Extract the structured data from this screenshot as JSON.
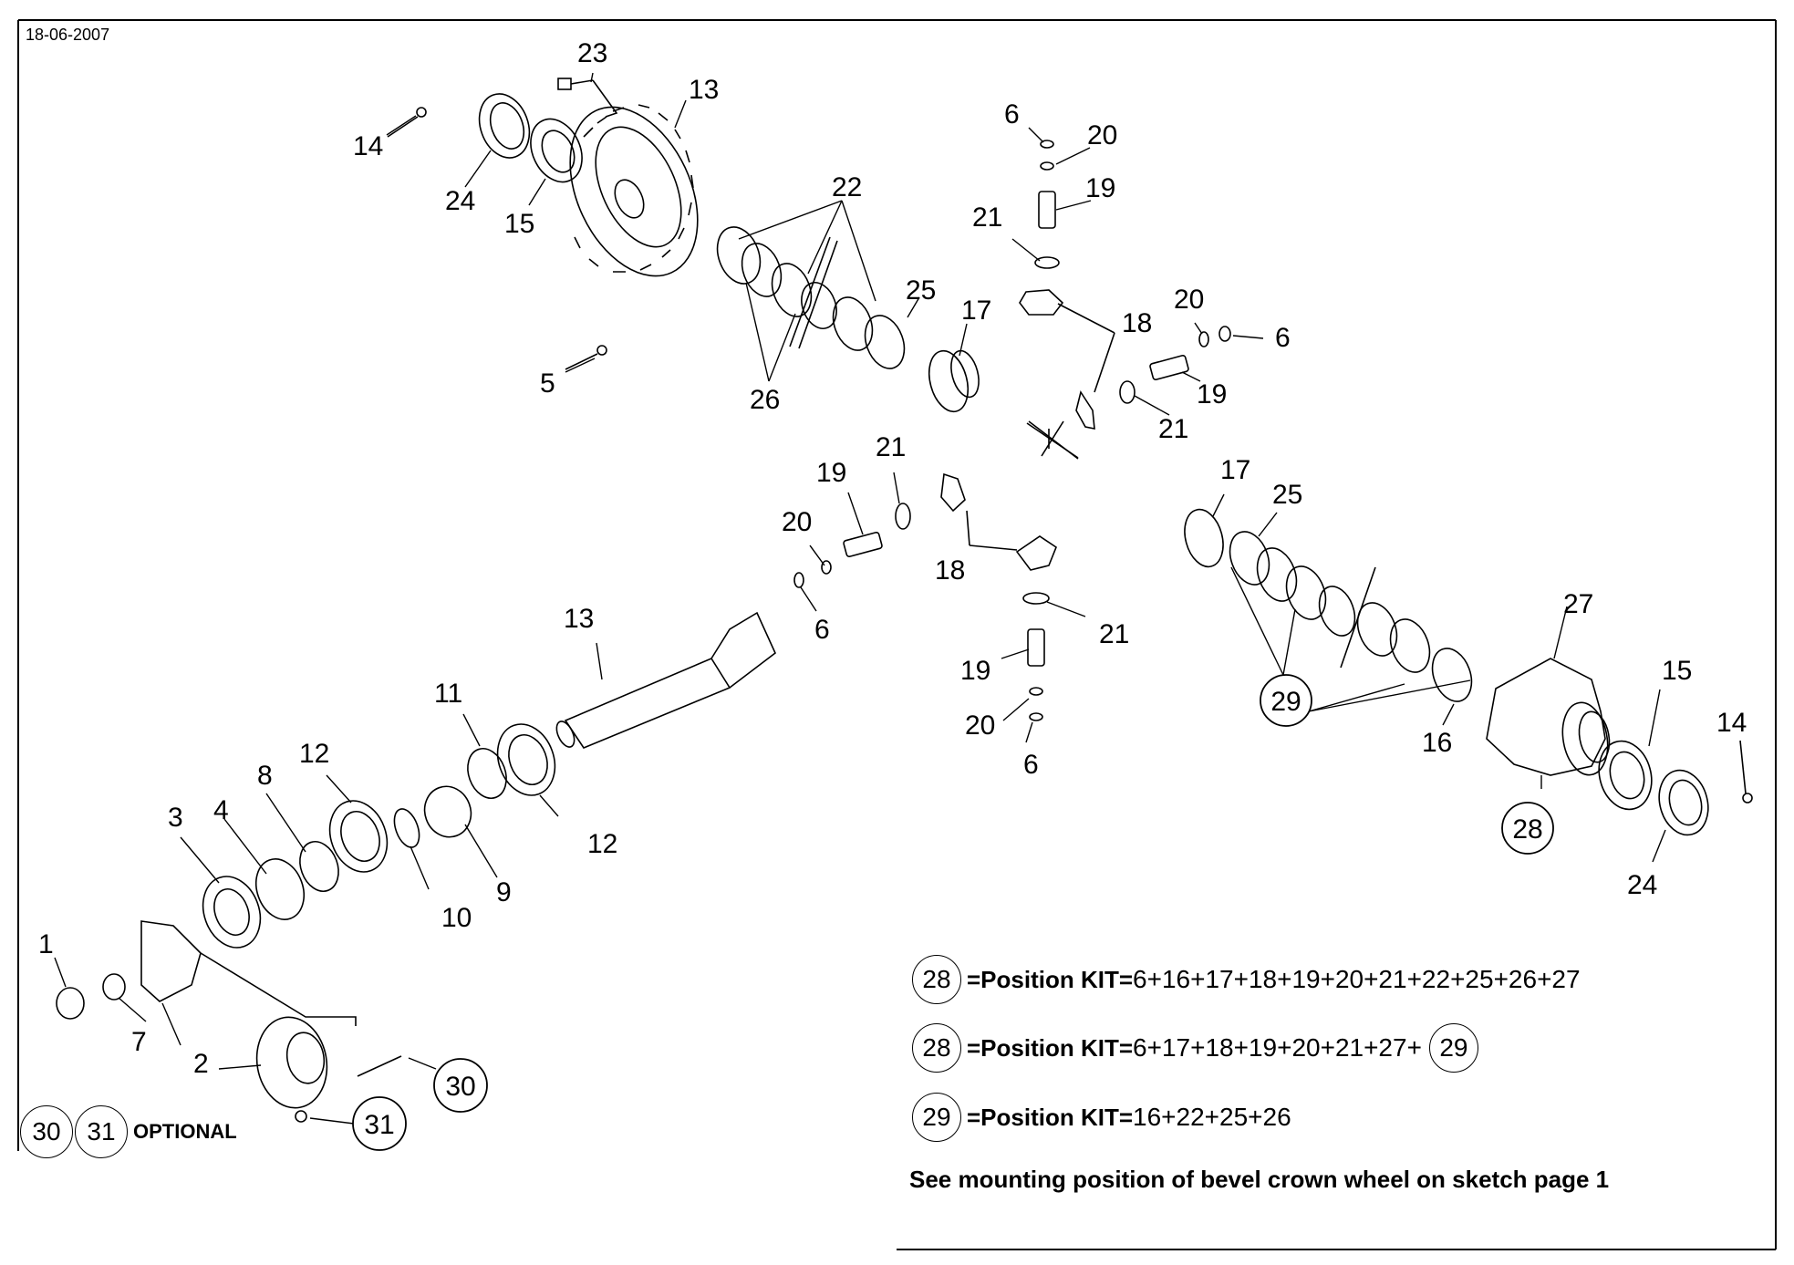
{
  "date": "18-06-2007",
  "callouts": [
    "1",
    "2",
    "3",
    "4",
    "5",
    "6",
    "7",
    "8",
    "9",
    "10",
    "11",
    "12",
    "13",
    "14",
    "15",
    "16",
    "17",
    "18",
    "19",
    "20",
    "21",
    "22",
    "23",
    "24",
    "25",
    "26",
    "27",
    "28",
    "29",
    "30",
    "31"
  ],
  "kits": [
    {
      "circle": "28",
      "label": "=Position KIT=",
      "parts": "6+16+17+18+19+20+21+22+25+26+27",
      "extra_circle": ""
    },
    {
      "circle": "28",
      "label": "=Position KIT=",
      "parts": "6+17+18+19+20+21+27+",
      "extra_circle": "29"
    },
    {
      "circle": "29",
      "label": "=Position KIT=",
      "parts": "16+22+25+26",
      "extra_circle": ""
    }
  ],
  "note": "See mounting position of bevel crown wheel on sketch page 1",
  "optional": {
    "c1": "30",
    "c2": "31",
    "text": "OPTIONAL"
  },
  "big_circles": {
    "c29": "29",
    "c28": "28",
    "c30": "30",
    "c31": "31"
  }
}
